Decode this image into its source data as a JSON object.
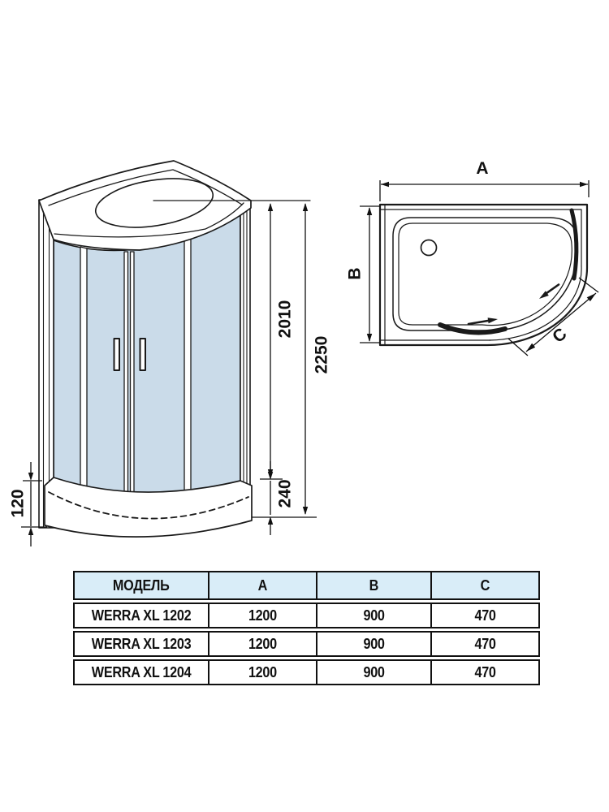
{
  "colors": {
    "glass": "#cadbe9",
    "table_header_bg": "#d9edf8",
    "line": "#1a1a1a"
  },
  "front_view": {
    "dim_glass_height": "2010",
    "dim_total_height": "2250",
    "dim_tray_lip_height": "120",
    "dim_base_height": "240"
  },
  "top_view": {
    "dim_width_label": "A",
    "dim_depth_label": "B",
    "dim_corner_label": "C"
  },
  "table": {
    "headers": {
      "model": "МОДЕЛЬ",
      "a": "A",
      "b": "B",
      "c": "C"
    },
    "rows": [
      {
        "model": "WERRA XL 1202",
        "a": "1200",
        "b": "900",
        "c": "470"
      },
      {
        "model": "WERRA XL 1203",
        "a": "1200",
        "b": "900",
        "c": "470"
      },
      {
        "model": "WERRA XL 1204",
        "a": "1200",
        "b": "900",
        "c": "470"
      }
    ]
  }
}
